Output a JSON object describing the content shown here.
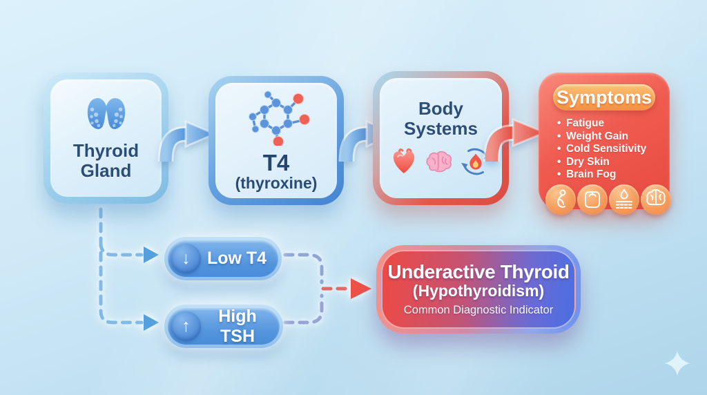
{
  "flow": {
    "boxes": [
      {
        "label": "Thyroid Gland",
        "icon": "thyroid-gland-icon"
      },
      {
        "label": "T4",
        "sublabel": "(thyroxine)",
        "icon": "t4-molecule-icon"
      },
      {
        "label": "Body Systems",
        "icons": [
          "heart-icon",
          "brain-icon",
          "metabolism-icon"
        ]
      }
    ],
    "arrow_icons": [
      "flow-arrow-blue",
      "flow-arrow-blue",
      "flow-arrow-red"
    ]
  },
  "symptoms": {
    "title": "Symptoms",
    "items": [
      "Fatigue",
      "Weight Gain",
      "Cold Sensitivity",
      "Dry Skin",
      "Brain Fog"
    ],
    "icon_names": [
      "fatigue-person-icon",
      "weight-scale-icon",
      "dry-skin-icon",
      "brain-fog-icon"
    ]
  },
  "indicators": [
    {
      "label": "Low T4",
      "direction": "down",
      "glyph": "↓"
    },
    {
      "label": "High TSH",
      "direction": "up",
      "glyph": "↑"
    }
  ],
  "diagnosis": {
    "title": "Underactive Thyroid",
    "subtitle": "(Hypothyroidism)",
    "note": "Common Diagnostic Indicator"
  },
  "palette": {
    "background": "#cfe8f6",
    "blue_accent": "#4a8ed8",
    "red_accent": "#ee5a4f",
    "orange_accent": "#f59144",
    "navy_text": "#2b4e76",
    "diagnosis_gradient": [
      "#ef4a43",
      "#4a6fe3"
    ]
  }
}
